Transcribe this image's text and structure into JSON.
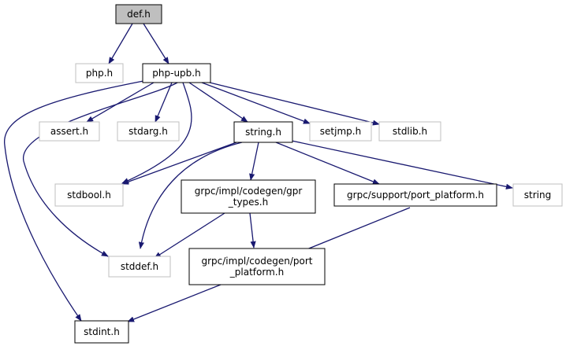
{
  "colors": {
    "edge": "#191970",
    "node_border": "#000000",
    "external_border": "#bfbfbf",
    "root_fill": "#bfbfbf",
    "node_fill": "#ffffff"
  },
  "nodes": {
    "def_h": {
      "lines": [
        "def.h"
      ],
      "kind": "root"
    },
    "php_h": {
      "lines": [
        "php.h"
      ],
      "kind": "external"
    },
    "php_upb_h": {
      "lines": [
        "php-upb.h"
      ],
      "kind": "file"
    },
    "assert_h": {
      "lines": [
        "assert.h"
      ],
      "kind": "external"
    },
    "stdarg_h": {
      "lines": [
        "stdarg.h"
      ],
      "kind": "external"
    },
    "string_h": {
      "lines": [
        "string.h"
      ],
      "kind": "file"
    },
    "setjmp_h": {
      "lines": [
        "setjmp.h"
      ],
      "kind": "external"
    },
    "stdlib_h": {
      "lines": [
        "stdlib.h"
      ],
      "kind": "external"
    },
    "stdbool_h": {
      "lines": [
        "stdbool.h"
      ],
      "kind": "external"
    },
    "gpr_types_h": {
      "lines": [
        "grpc/impl/codegen/gpr",
        "_types.h"
      ],
      "kind": "file"
    },
    "port_platform_support_h": {
      "lines": [
        "grpc/support/port_platform.h"
      ],
      "kind": "file"
    },
    "string": {
      "lines": [
        "string"
      ],
      "kind": "external"
    },
    "stddef_h": {
      "lines": [
        "stddef.h"
      ],
      "kind": "external"
    },
    "port_platform_codegen_h": {
      "lines": [
        "grpc/impl/codegen/port",
        "_platform.h"
      ],
      "kind": "file"
    },
    "stdint_h": {
      "lines": [
        "stdint.h"
      ],
      "kind": "file"
    }
  }
}
